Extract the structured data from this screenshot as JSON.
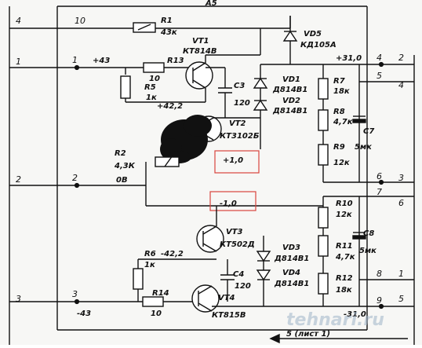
{
  "block_label": "A5",
  "terminals_left": [
    "4",
    "1",
    "2",
    "3"
  ],
  "terminals_right_outer": [
    "2",
    "4",
    "3",
    "6",
    "1",
    "5"
  ],
  "pin_labels": {
    "top_10": "10",
    "left_1": "1",
    "left_2": "2",
    "left_3": "3",
    "right_4": "4",
    "right_5": "5",
    "right_6": "6",
    "right_7": "7",
    "right_8": "8",
    "right_9": "9"
  },
  "rails": {
    "plus43": "+43",
    "minus43": "-43",
    "plus31": "+31,0",
    "minus31": "-31,0",
    "plus422": "+42,2",
    "minus422": "-42,2",
    "ov": "0B"
  },
  "components": {
    "R1": {
      "ref": "R1",
      "val": "43к"
    },
    "VD5": {
      "ref": "VD5",
      "val": "КД105А"
    },
    "VT1": {
      "ref": "VT1",
      "val": "КТ814В"
    },
    "R13": {
      "ref": "R13",
      "val": "10"
    },
    "R5": {
      "ref": "R5",
      "val": "1к"
    },
    "C3": {
      "ref": "C3",
      "val": "120"
    },
    "VD1": {
      "ref": "VD1",
      "val": "Д814В1"
    },
    "VD2": {
      "ref": "VD2",
      "val": "Д814В1"
    },
    "R7": {
      "ref": "R7",
      "val": "18к"
    },
    "R8": {
      "ref": "R8",
      "val": "4,7к"
    },
    "C7": {
      "ref": "C7",
      "val": "5мк"
    },
    "VT2": {
      "ref": "VT2",
      "val": "КТ3102Б"
    },
    "R9": {
      "ref": "R9",
      "val": "12к"
    },
    "R2": {
      "ref": "R2",
      "val": "4,3К"
    },
    "R10": {
      "ref": "R10",
      "val": "12к"
    },
    "C8": {
      "ref": "C8",
      "val": "5мк"
    },
    "VT3": {
      "ref": "VT3",
      "val": "КТ502Д"
    },
    "VD3": {
      "ref": "VD3",
      "val": "Д814В1"
    },
    "VD4": {
      "ref": "VD4",
      "val": "Д814В1"
    },
    "R11": {
      "ref": "R11",
      "val": "4,7к"
    },
    "R6": {
      "ref": "R6",
      "val": "1к"
    },
    "C4": {
      "ref": "C4",
      "val": "120"
    },
    "R12": {
      "ref": "R12",
      "val": "18к"
    },
    "R14": {
      "ref": "R14",
      "val": "10"
    },
    "VT4": {
      "ref": "VT4",
      "val": "КТ815В"
    }
  },
  "annotations": {
    "plus": "+1,0",
    "minus": "-1,0"
  },
  "footer": "5 (лист 1)",
  "watermark": "tehnari.ru",
  "colors": {
    "ink": "#111111",
    "annotation_box": "#d9443c",
    "paper": "#f7f7f5",
    "watermark": "#9fb4c8"
  }
}
